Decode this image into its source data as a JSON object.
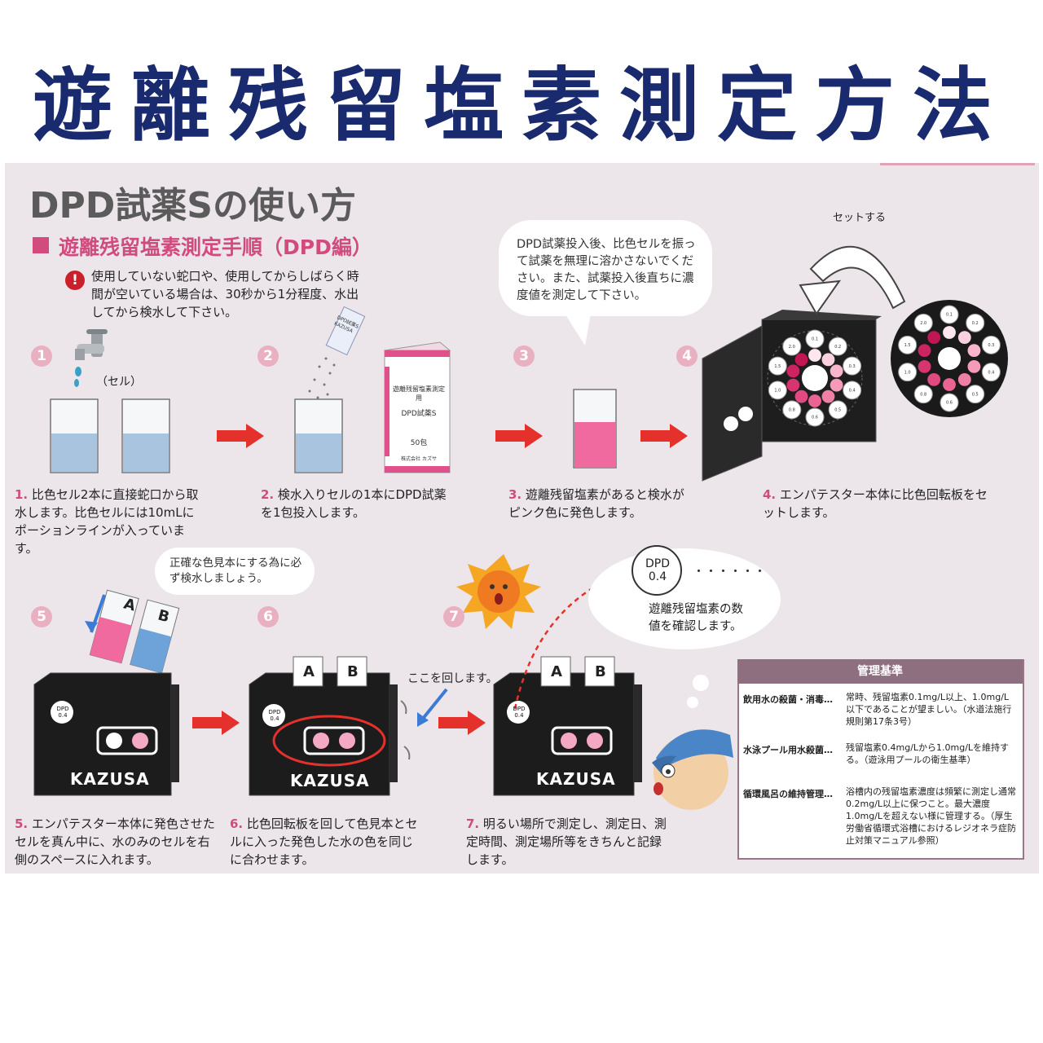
{
  "main_title": "遊離残留塩素測定方法",
  "panel": {
    "title": "DPD試薬Sの使い方",
    "subtitle": "遊離残留塩素測定手順（DPD編）",
    "warning": "使用していない蛇口や、使用してからしばらく時間が空いている場合は、30秒から1分程度、水出してから検水して下さい。"
  },
  "bubbles": {
    "step3": "DPD試薬投入後、比色セルを振って試薬を無理に溶かさないでください。また、試薬投入後直ちに濃度値を測定して下さい。",
    "step5": "正確な色見本にする為に必ず検水しましょう。",
    "step7": "遊離残留塩素の数値を確認します。",
    "dpd_display": "DPD",
    "dpd_value": "0.4",
    "dots": "・・・・・・"
  },
  "labels": {
    "cell": "（セル）",
    "set": "セットする",
    "turn_here": "ここを回します。",
    "cell_a": "A",
    "cell_b": "B",
    "brand": "KAZUSA",
    "device_dpd": "DPD",
    "device_val": "0.4",
    "box_title": "遊離残留塩素測定用",
    "box_name": "DPD試薬S",
    "box_count": "50包",
    "box_maker": "株式会社 カズサ",
    "packet": "DPD試薬S KAZUSA",
    "disk_values": [
      "0.1",
      "0.2",
      "0.3",
      "0.4",
      "0.5",
      "0.6",
      "0.8",
      "1.0",
      "1.5",
      "2.0"
    ]
  },
  "steps": [
    {
      "num": "1",
      "caption_num": "1.",
      "caption": "比色セル2本に直接蛇口から取水します。比色セルには10mLにポーションラインが入っています。"
    },
    {
      "num": "2",
      "caption_num": "2.",
      "caption": "検水入りセルの1本にDPD試薬を1包投入します。"
    },
    {
      "num": "3",
      "caption_num": "3.",
      "caption": "遊離残留塩素があると検水がピンク色に発色します。"
    },
    {
      "num": "4",
      "caption_num": "4.",
      "caption": "エンパテスター本体に比色回転板をセットします。"
    },
    {
      "num": "5",
      "caption_num": "5.",
      "caption": "エンパテスター本体に発色させたセルを真ん中に、水のみのセルを右側のスペースに入れます。"
    },
    {
      "num": "6",
      "caption_num": "6.",
      "caption": "比色回転板を回して色見本とセルに入った発色した水の色を同じに合わせます。"
    },
    {
      "num": "7",
      "caption_num": "7.",
      "caption": "明るい場所で測定し、測定日、測定時間、測定場所等をきちんと記録します。"
    }
  ],
  "management": {
    "title": "管理基準",
    "items": [
      {
        "label": "飲用水の殺菌・消毒…",
        "text": "常時、残留塩素0.1mg/L以上、1.0mg/L以下であることが望ましい。（水道法施行規則第17条3号）"
      },
      {
        "label": "水泳プール用水殺菌…",
        "text": "残留塩素0.4mg/Lから1.0mg/Lを維持する。（遊泳用プールの衛生基準）"
      },
      {
        "label": "循環風呂の維持管理…",
        "text": "浴槽内の残留塩素濃度は頻繁に測定し通常0.2mg/L以上に保つこと。最大濃度1.0mg/Lを超えない様に管理する。（厚生労働省循環式浴槽におけるレジオネラ症防止対策マニュアル参照）"
      }
    ]
  },
  "colors": {
    "title": "#1a2a6e",
    "accent": "#d24b7e",
    "arrow": "#e4312b",
    "panel": "#ece6ea"
  }
}
